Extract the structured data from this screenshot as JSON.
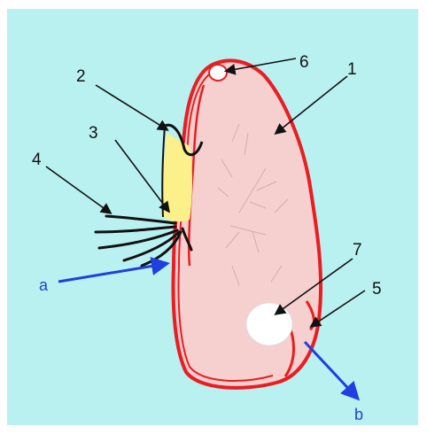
{
  "labels": {
    "n1": "1",
    "n2": "2",
    "n3": "3",
    "n4": "4",
    "n5": "5",
    "n6": "6",
    "n7": "7",
    "a": "a",
    "b": "b"
  },
  "colors": {
    "background": "#b9f1f0",
    "seed_body": "#f6cfcf",
    "seed_coat": "#e81e22",
    "scutellum": "#fbf08a",
    "arrow_blue": "#1f3fe0",
    "roots": "#111111"
  }
}
